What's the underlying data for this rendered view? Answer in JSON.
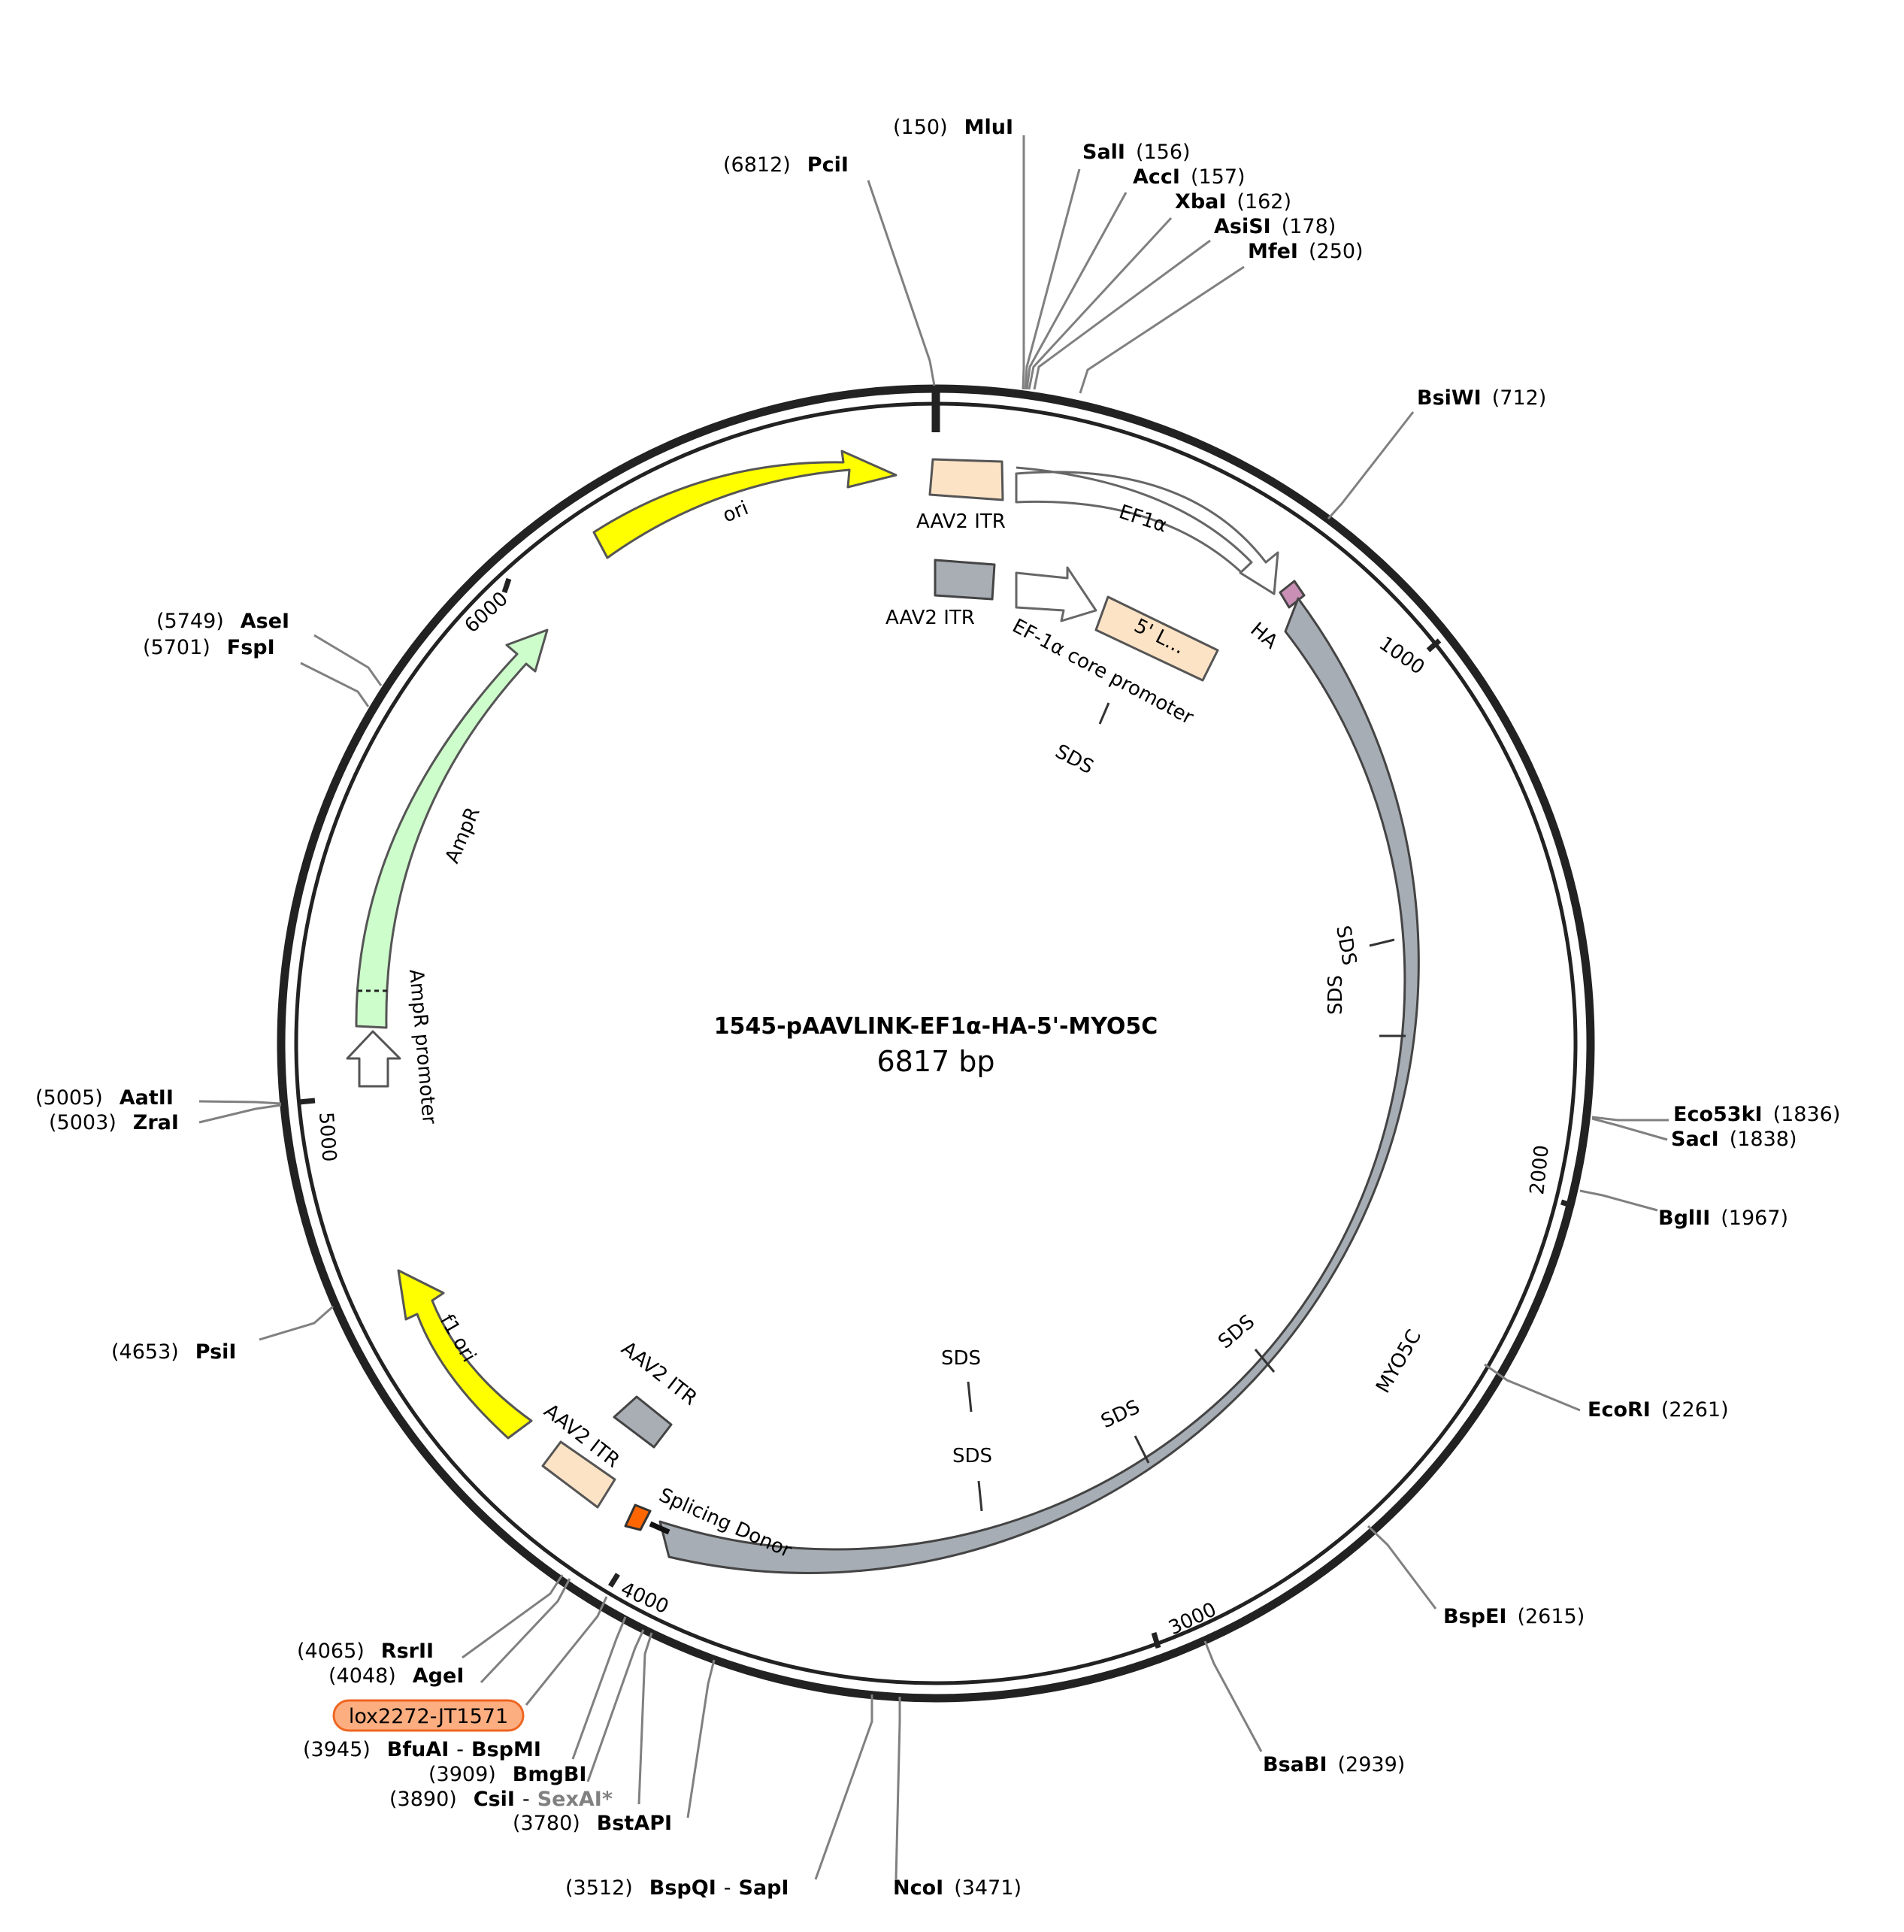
{
  "plasmid": {
    "name": "1545-pAAVLINK-EF1α-HA-5'-MYO5C",
    "length": 6817,
    "length_label": "6817 bp"
  },
  "ticks": [
    {
      "pos": 1000,
      "label": "1000"
    },
    {
      "pos": 2000,
      "label": "2000"
    },
    {
      "pos": 3000,
      "label": "3000"
    },
    {
      "pos": 4000,
      "label": "4000"
    },
    {
      "pos": 5000,
      "label": "5000"
    },
    {
      "pos": 6000,
      "label": "6000"
    }
  ],
  "sites": [
    {
      "name": "PciI",
      "pos": "(6812)",
      "side": "left"
    },
    {
      "name": "MluI",
      "pos": "(150)",
      "side": "left"
    },
    {
      "name": "SalI",
      "pos": "(156)",
      "side": "right"
    },
    {
      "name": "AccI",
      "pos": "(157)",
      "side": "right"
    },
    {
      "name": "XbaI",
      "pos": "(162)",
      "side": "right"
    },
    {
      "name": "AsiSI",
      "pos": "(178)",
      "side": "right"
    },
    {
      "name": "MfeI",
      "pos": "(250)",
      "side": "right"
    },
    {
      "name": "BsiWI",
      "pos": "(712)",
      "side": "right"
    },
    {
      "name": "Eco53kI",
      "pos": "(1836)",
      "side": "right"
    },
    {
      "name": "SacI",
      "pos": "(1838)",
      "side": "right"
    },
    {
      "name": "BglII",
      "pos": "(1967)",
      "side": "right"
    },
    {
      "name": "EcoRI",
      "pos": "(2261)",
      "side": "right"
    },
    {
      "name": "BspEI",
      "pos": "(2615)",
      "side": "right"
    },
    {
      "name": "BsaBI",
      "pos": "(2939)",
      "side": "right"
    },
    {
      "name": "NcoI",
      "pos": "(3471)",
      "side": "right"
    },
    {
      "name": "BspQI",
      "name2": "SapI",
      "pos": "(3512)",
      "side": "left"
    },
    {
      "name": "BstAPI",
      "pos": "(3780)",
      "side": "left"
    },
    {
      "name": "CsiI",
      "name2": "SexAI*",
      "pos": "(3890)",
      "side": "left"
    },
    {
      "name": "BmgBI",
      "pos": "(3909)",
      "side": "left"
    },
    {
      "name": "BfuAI",
      "name2": "BspMI",
      "pos": "(3945)",
      "side": "left"
    },
    {
      "name": "AgeI",
      "pos": "(4048)",
      "side": "left"
    },
    {
      "name": "RsrII",
      "pos": "(4065)",
      "side": "left"
    },
    {
      "name": "PsiI",
      "pos": "(4653)",
      "side": "left"
    },
    {
      "name": "ZraI",
      "pos": "(5003)",
      "side": "left"
    },
    {
      "name": "AatII",
      "pos": "(5005)",
      "side": "left"
    },
    {
      "name": "FspI",
      "pos": "(5701)",
      "side": "left"
    },
    {
      "name": "AseI",
      "pos": "(5749)",
      "side": "left"
    }
  ],
  "lox_label": "lox2272-JT1571",
  "features": [
    {
      "name": "ori",
      "color": "#ffff00",
      "stroke": "#555555"
    },
    {
      "name": "AAV2 ITR",
      "color": "#fde3c5",
      "stroke": "#555555"
    },
    {
      "name": "EF1α",
      "color": "#ffffff",
      "stroke": "#666666"
    },
    {
      "name": "AAV2 ITR",
      "color": "#a9aeb5",
      "stroke": "#444444"
    },
    {
      "name": "EF-1α core promoter",
      "color": "#ffffff",
      "stroke": "#666666"
    },
    {
      "name": "5' L...",
      "color": "#fde3c5",
      "stroke": "#555555"
    },
    {
      "name": "HA",
      "color": "#c98fb5",
      "stroke": "#444444"
    },
    {
      "name": "MYO5C",
      "color": "#a7adb4",
      "stroke": "#444444"
    },
    {
      "name": "AmpR",
      "color": "#cdfdcb",
      "stroke": "#555555"
    },
    {
      "name": "AmpR promoter",
      "color": "#ffffff",
      "stroke": "#555555"
    },
    {
      "name": "f1 ori",
      "color": "#ffff00",
      "stroke": "#555555"
    },
    {
      "name": "AAV2 ITR",
      "color": "#a9aeb5",
      "stroke": "#444444"
    },
    {
      "name": "AAV2 ITR",
      "color": "#fde3c5",
      "stroke": "#555555"
    },
    {
      "name": "Splicing Donor",
      "color": "#ff6600",
      "stroke": "#333333"
    }
  ],
  "sds_label": "SDS",
  "colors": {
    "backbone": "#222222",
    "leader_line": "#808080",
    "lox_fill": "#fdae80",
    "lox_stroke": "#ee6622"
  }
}
